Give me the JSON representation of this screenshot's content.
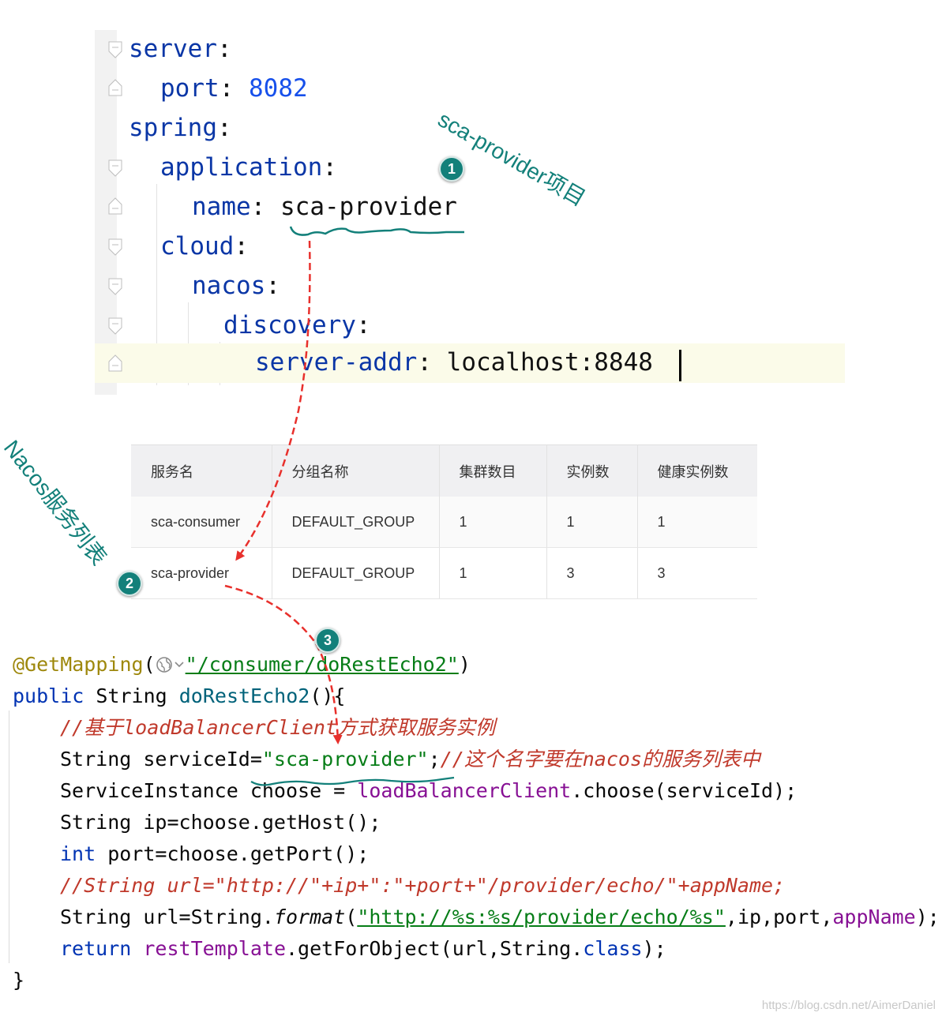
{
  "yaml": {
    "server_key": "server",
    "port_key": "port",
    "port_value": "8082",
    "spring_key": "spring",
    "application_key": "application",
    "name_key": "name",
    "name_value": "sca-provider",
    "cloud_key": "cloud",
    "nacos_key": "nacos",
    "discovery_key": "discovery",
    "server_addr_key": "server-addr",
    "server_addr_value": "localhost:8848",
    "colon": ":"
  },
  "nacos_table": {
    "headers": [
      "服务名",
      "分组名称",
      "集群数目",
      "实例数",
      "健康实例数"
    ],
    "rows": [
      [
        "sca-consumer",
        "DEFAULT_GROUP",
        "1",
        "1",
        "1"
      ],
      [
        "sca-provider",
        "DEFAULT_GROUP",
        "1",
        "3",
        "3"
      ]
    ]
  },
  "java": {
    "annotation": "@GetMapping",
    "mapping_path": "\"/consumer/doRestEcho2\"",
    "line2_public": "public",
    "line2_type": "String",
    "line2_method": "doRestEcho2",
    "line2_rest": "(){",
    "line3_comment": "//基于loadBalancerClient方式获取服务实例",
    "line4_type": "String serviceId=",
    "line4_str": "\"sca-provider\"",
    "line4_semi": ";",
    "line4_comment": "//这个名字要在nacos的服务列表中",
    "line5_a": "ServiceInstance choose = ",
    "line5_field": "loadBalancerClient",
    "line5_b": ".choose(serviceId);",
    "line6": "String ip=choose.getHost();",
    "line7_kw": "int",
    "line7_rest": " port=choose.getPort();",
    "line8_comment": "//String url=\"http://\"+ip+\":\"+port+\"/provider/echo/\"+appName;",
    "line9_a": "String url=String.",
    "line9_format": "format",
    "line9_paren": "(",
    "line9_str": "\"http://%s:%s/provider/echo/%s\"",
    "line9_b": ",ip,port,",
    "line9_field": "appName",
    "line9_c": ");",
    "line10_kw": "return",
    "line10_field": "restTemplate",
    "line10_a": ".getForObject(url,String.",
    "line10_class": "class",
    "line10_b": ");",
    "line11": "}"
  },
  "annotations": {
    "badge1": "1",
    "badge2": "2",
    "badge3": "3",
    "label_project": "sca-provider项目",
    "label_nacos": "Nacos服务列表"
  },
  "colors": {
    "annotation_teal": "#13807a",
    "arrow_red": "#e8302c",
    "yaml_key": "#0a36a6",
    "yaml_number": "#1750eb"
  },
  "watermark": "https://blog.csdn.net/AimerDaniel"
}
